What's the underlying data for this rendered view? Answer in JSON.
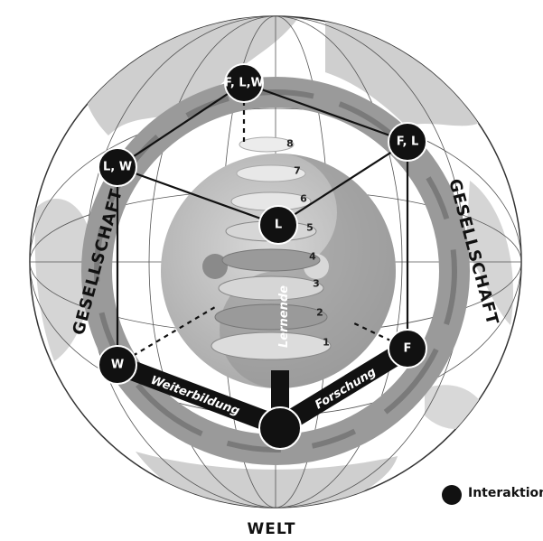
{
  "diagram": {
    "outer_label": "WELT",
    "ring_label_left": "GESELLSCHAFT",
    "ring_label_right": "GESELLSCHAFT",
    "core_label": "Lernende",
    "nodes": {
      "top": "F, L,W",
      "upper_left": "L, W",
      "upper_right": "F, L",
      "center": "L",
      "lower_left": "W",
      "lower_right": "F",
      "bottom": ""
    },
    "edges": {
      "weiterbildung": "Weiterbildung",
      "forschung": "Forschung"
    },
    "levels": [
      "1",
      "2",
      "3",
      "4",
      "5",
      "6",
      "7",
      "8"
    ]
  },
  "legend": {
    "label": "Interaktion"
  },
  "colors": {
    "ink": "#111111",
    "globe_bg": "#ffffff",
    "land": "#c8c8c8",
    "ring": "#9a9a9a",
    "ring_dark": "#7a7a7a",
    "sphere": "#bdbdbd",
    "spiral_light": "#e0e0e0",
    "spiral_dark": "#9a9a9a"
  }
}
